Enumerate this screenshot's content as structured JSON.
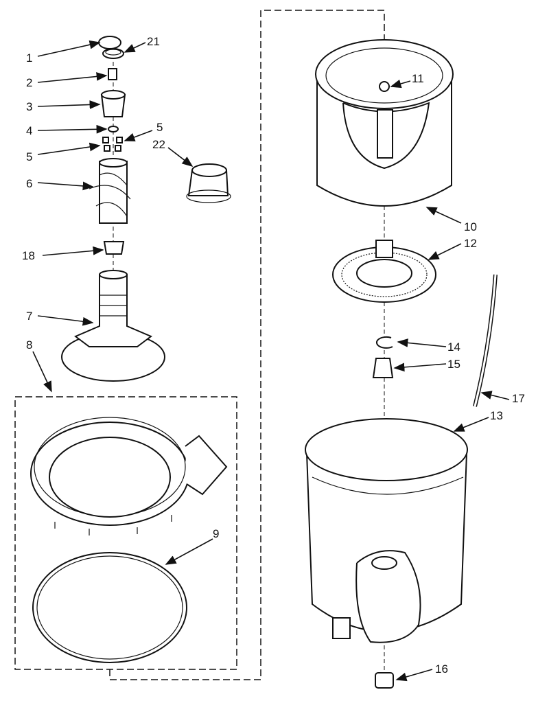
{
  "diagram": {
    "type": "exploded-parts-diagram",
    "callouts": {
      "c1": "1",
      "c21": "21",
      "c2": "2",
      "c3": "3",
      "c4": "4",
      "c5a": "5",
      "c5b": "5",
      "c22": "22",
      "c6": "6",
      "c18": "18",
      "c7": "7",
      "c8": "8",
      "c9": "9",
      "c11": "11",
      "c10": "10",
      "c12": "12",
      "c14": "14",
      "c15": "15",
      "c17": "17",
      "c13": "13",
      "c16": "16"
    },
    "line_color": "#111111"
  }
}
